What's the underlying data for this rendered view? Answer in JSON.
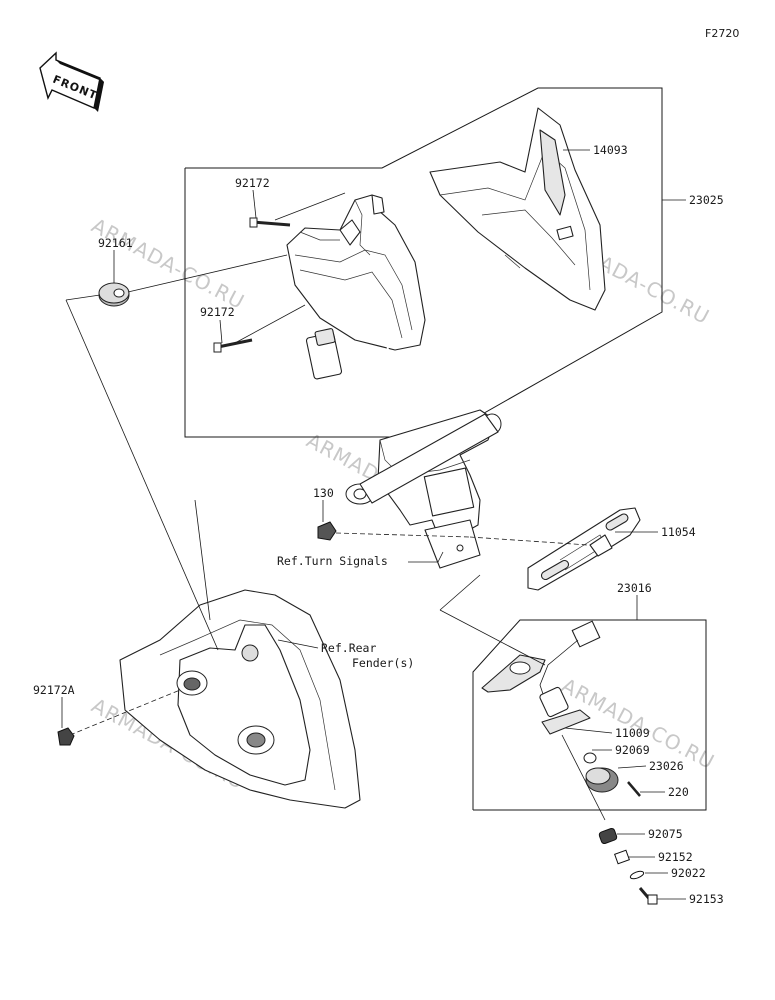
{
  "figure_code": "F2720",
  "front_label": "FRONT",
  "watermark": "ARMADA-CO.RU",
  "parts": {
    "p92172_top": "92172",
    "p92161": "92161",
    "p92172_bottom": "92172",
    "p14093": "14093",
    "p23025": "23025",
    "p130": "130",
    "ref_turn_signals": "Ref.Turn Signals",
    "p11054": "11054",
    "p23016": "23016",
    "ref_rear_fender_line1": "Ref.Rear",
    "ref_rear_fender_line2": "Fender(s)",
    "p92172A": "92172A",
    "p11009": "11009",
    "p92069": "92069",
    "p23026": "23026",
    "p220": "220",
    "p92075": "92075",
    "p92152": "92152",
    "p92022": "92022",
    "p92153": "92153"
  }
}
